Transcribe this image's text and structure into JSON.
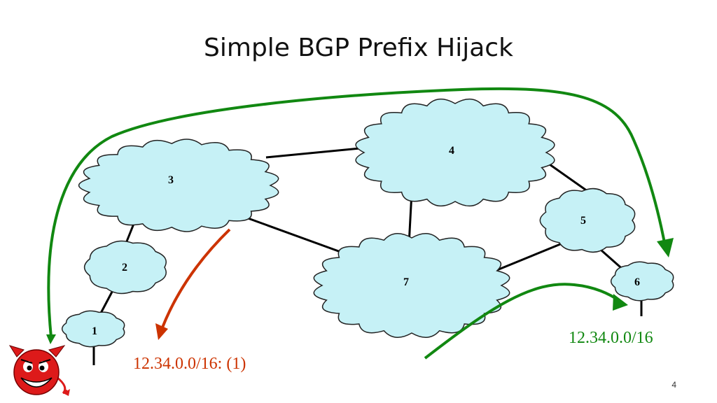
{
  "slide": {
    "title": "Simple BGP Prefix Hijack",
    "page_number": "4"
  },
  "diagram": {
    "as_nodes": [
      "1",
      "2",
      "3",
      "4",
      "5",
      "6",
      "7"
    ],
    "links": [
      [
        "1",
        "2"
      ],
      [
        "2",
        "3"
      ],
      [
        "3",
        "4"
      ],
      [
        "3",
        "7"
      ],
      [
        "4",
        "7"
      ],
      [
        "4",
        "5"
      ],
      [
        "5",
        "7"
      ],
      [
        "5",
        "6"
      ]
    ],
    "hijack_announcement": "12.34.0.0/16: (1)",
    "legit_announcement": "12.34.0.0/16",
    "colors": {
      "cloud_fill": "#c6f1f6",
      "hijack_arrow": "#cc3300",
      "legit_arrow": "#118811",
      "devil": "#dd1a1a"
    },
    "icons": [
      "devil-icon"
    ]
  }
}
